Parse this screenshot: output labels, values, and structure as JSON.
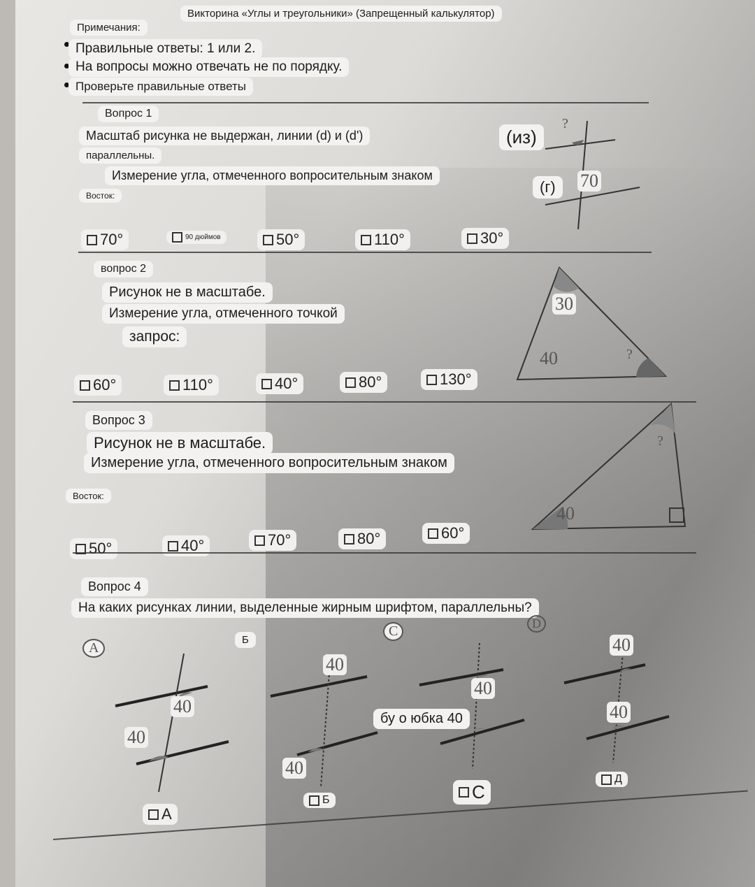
{
  "header": {
    "title": "Викторина «Углы и треугольники» (Запрещенный калькулятор)"
  },
  "notes": {
    "label": "Примечания:",
    "items": [
      "Правильные ответы: 1 или 2.",
      "На вопросы можно отвечать не по порядку.",
      "Проверьте правильные ответы"
    ]
  },
  "q1": {
    "label": "Вопрос 1",
    "line1": "Масштаб рисунка не выдержан, линии (d) и (d')",
    "line2": "параллельны.",
    "line3": "Измерение угла, отмеченного вопросительным знаком",
    "east": "Восток:",
    "fig_d1": "(из)",
    "fig_d2": "(г)",
    "fig_angle": "70",
    "fig_q": "?",
    "options": [
      "70°",
      "90 дюймов",
      "50°",
      "110°",
      "30°"
    ]
  },
  "q2": {
    "label": "вопрос 2",
    "line1": "Рисунок не в масштабе.",
    "line2": "Измерение угла, отмеченного точкой",
    "line3": "запрос:",
    "fig_top": "30",
    "fig_left": "40",
    "fig_q": "?",
    "options": [
      "60°",
      "110°",
      "40°",
      "80°",
      "130°"
    ]
  },
  "q3": {
    "label": "Вопрос 3",
    "line1": "Рисунок не в масштабе.",
    "line2": "Измерение угла, отмеченного вопросительным знаком",
    "east": "Восток:",
    "fig_left": "40",
    "fig_q": "?",
    "options": [
      "50°",
      "40°",
      "70°",
      "80°",
      "60°"
    ]
  },
  "q4": {
    "label": "Вопрос 4",
    "question": "На каких рисунках линии, выделенные жирным шрифтом, параллельны?",
    "fig_labels": [
      "A",
      "Б",
      "C",
      "D"
    ],
    "fig_a": [
      "40",
      "40"
    ],
    "fig_b": [
      "40",
      "40"
    ],
    "fig_c": [
      "40",
      "бу о юбка 40"
    ],
    "fig_d": [
      "40",
      "40"
    ],
    "answers": [
      "A",
      "Б",
      "C",
      "Д"
    ]
  }
}
